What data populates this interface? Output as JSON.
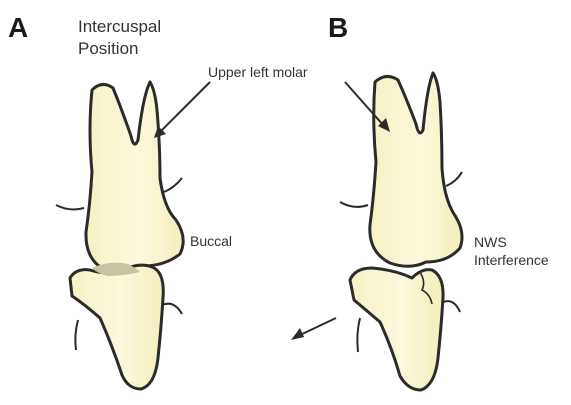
{
  "panels": [
    {
      "letter": "A"
    },
    {
      "letter": "B"
    }
  ],
  "labels": {
    "intercuspal_line1": "Intercuspal",
    "intercuspal_line2": "Position",
    "upper_left_molar": "Upper left molar",
    "buccal": "Buccal",
    "nws_line1": "NWS",
    "nws_line2": "Interference"
  },
  "colors": {
    "tooth_fill": "#f6f2c3",
    "tooth_fill_light": "#fdfcec",
    "outline": "#2b2b2b",
    "contact": "#c8c3a0",
    "text": "#333333"
  }
}
